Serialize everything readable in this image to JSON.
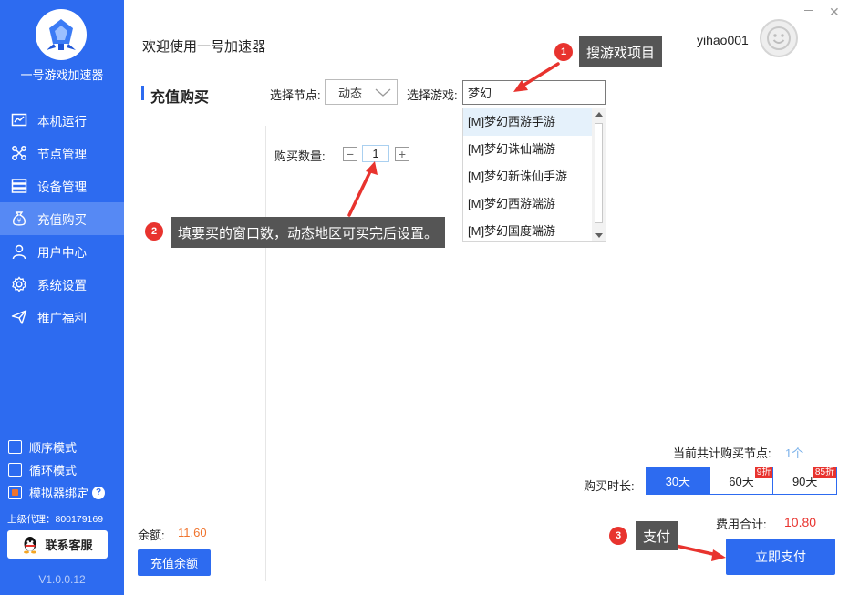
{
  "app": {
    "name": "一号游戏加速器",
    "version": "V1.0.0.12"
  },
  "header": {
    "welcome": "欢迎使用一号加速器",
    "username": "yihao001"
  },
  "window": {
    "minimize": "—",
    "close": "✕"
  },
  "sidebar": {
    "items": [
      {
        "label": "本机运行",
        "icon": "chart-icon"
      },
      {
        "label": "节点管理",
        "icon": "nodes-icon"
      },
      {
        "label": "设备管理",
        "icon": "server-icon"
      },
      {
        "label": "充值购买",
        "icon": "money-bag-icon"
      },
      {
        "label": "用户中心",
        "icon": "user-icon"
      },
      {
        "label": "系统设置",
        "icon": "gear-icon"
      },
      {
        "label": "推广福利",
        "icon": "send-icon"
      }
    ],
    "active_index": 3,
    "modes": [
      {
        "label": "顺序模式",
        "checked": false
      },
      {
        "label": "循环模式",
        "checked": false
      },
      {
        "label": "模拟器绑定",
        "checked": true
      }
    ],
    "help_mark": "?",
    "agent_label": "上级代理：",
    "agent_value": "800179169",
    "service_button": "联系客服"
  },
  "page": {
    "section_title": "充值购买",
    "node_label": "选择节点:",
    "node_value": "动态",
    "game_label": "选择游戏:",
    "game_value": "梦幻",
    "dropdown": [
      "[M]梦幻西游手游",
      "[M]梦幻诛仙端游",
      "[M]梦幻新诛仙手游",
      "[M]梦幻西游端游",
      "[M]梦幻国度端游"
    ],
    "dropdown_active_index": 0,
    "qty_label": "购买数量:",
    "qty_minus": "−",
    "qty_value": "1",
    "qty_plus": "+",
    "balance_label": "余额:",
    "balance_value": "11.60",
    "recharge_button": "充值余额",
    "total_nodes_label": "当前共计购买节点:",
    "total_nodes_value": "1个",
    "duration_label": "购买时长:",
    "durations": [
      {
        "label": "30天",
        "discount": ""
      },
      {
        "label": "60天",
        "discount": "9折"
      },
      {
        "label": "90天",
        "discount": "85折"
      }
    ],
    "duration_active_index": 0,
    "fee_label": "费用合计:",
    "fee_value": "10.80",
    "pay_button": "立即支付"
  },
  "annotations": [
    {
      "num": "1",
      "text": "搜游戏项目"
    },
    {
      "num": "2",
      "text": "填要买的窗口数，动态地区可买完后设置。"
    },
    {
      "num": "3",
      "text": "支付"
    }
  ],
  "colors": {
    "primary": "#2d6bf0",
    "accent_orange": "#f0742e",
    "red": "#e8332e",
    "callout_bg": "#555555"
  }
}
